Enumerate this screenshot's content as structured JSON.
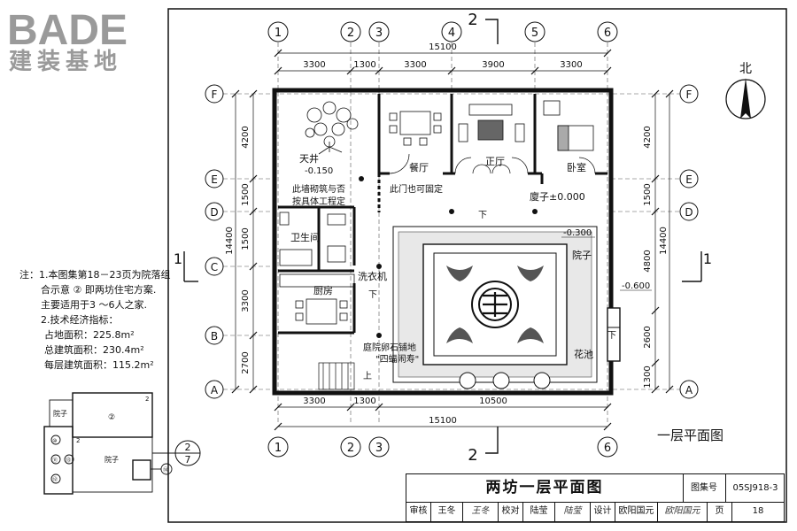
{
  "logo": {
    "brand": "BADE",
    "subtitle": "建装基地"
  },
  "grid": {
    "columns": [
      "1",
      "2",
      "3",
      "4",
      "5",
      "6"
    ],
    "rows": [
      "F",
      "E",
      "D",
      "C",
      "B",
      "A"
    ]
  },
  "dimensions": {
    "top_overall": "15100",
    "top_segments": [
      "3300",
      "1300",
      "3300",
      "3900",
      "3300"
    ],
    "bottom_overall": "15100",
    "bottom_segments": [
      "3300",
      "1300",
      "10500"
    ],
    "left_overall": "14400",
    "left_segments": [
      "4200",
      "1500",
      "1500",
      "3300",
      "2700"
    ],
    "right_overall": "14400",
    "right_segments": [
      "4200",
      "1500",
      "4800",
      "2600",
      "1300"
    ]
  },
  "section_marks": {
    "label": "2",
    "side_label": "1"
  },
  "north": {
    "label": "北"
  },
  "rooms": {
    "skywell": "天井",
    "dining": "餐厅",
    "main_hall": "正厅",
    "bedroom": "卧室",
    "bathroom": "卫生间",
    "kitchen": "厨房",
    "courtyard": "院子",
    "flower_bed": "花池",
    "washer": "洗衣机"
  },
  "levels": {
    "skywell": "-0.150",
    "veranda": "廈子±0.000",
    "courtyard": "-0.300",
    "outside": "-0.600"
  },
  "annotations": {
    "wall_note_line1": "此墙砌筑与否",
    "wall_note_line2": "按具体工程定",
    "door_note": "此门也可固定",
    "paving_line1": "庭院卵石铺地",
    "paving_line2": "\"四蝠闹寿\"",
    "down": "下",
    "up": "上"
  },
  "notes": {
    "line1": "注：1.本图集第18－23页为院落组",
    "line2": "合示意 ② 即两坊住宅方案.",
    "line3": "主要适用于3 ～6人之家.",
    "line4": "2.技术经济指标：",
    "line5": "占地面积：225.8m²",
    "line6": "总建筑面积：230.4m²",
    "line7": "每层建筑面积：115.2m²"
  },
  "key_plan": {
    "courtyard": "院子",
    "courtyard2": "院子",
    "num2": "2",
    "num2b": "2",
    "circle2": "②",
    "c10": "⑩",
    "c11": "⑪",
    "c12": "⑫",
    "c13": "⑬",
    "c14": "⑭",
    "c15": "⑮",
    "c16": "⑯"
  },
  "reference": {
    "top": "2",
    "bottom": "7"
  },
  "plan_caption": "一层平面图",
  "title_block": {
    "title": "两坊一层平面图",
    "set_label": "图集号",
    "set_number": "05SJ918-3",
    "review_label": "审核",
    "reviewer": "王冬",
    "reviewer_sig": "王冬",
    "check_label": "校对",
    "checker": "陆莹",
    "checker_sig": "陆莹",
    "design_label": "设计",
    "designer": "欧阳国元",
    "designer_sig": "欧阳国元",
    "page_label": "页",
    "page_number": "18"
  }
}
